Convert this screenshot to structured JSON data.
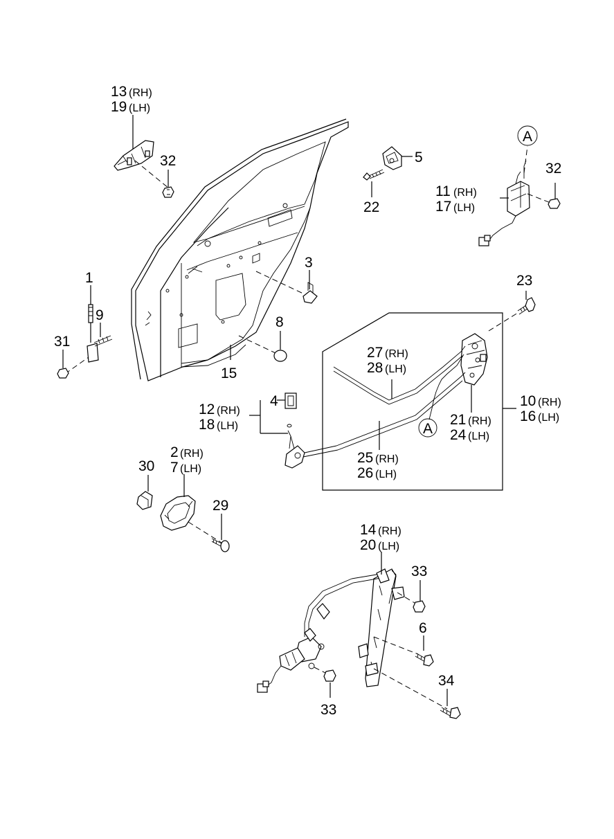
{
  "callouts": {
    "p13": {
      "num": "13",
      "side": "(RH)"
    },
    "p19": {
      "num": "19",
      "side": "(LH)"
    },
    "p32a": {
      "num": "32"
    },
    "p5": {
      "num": "5"
    },
    "p22": {
      "num": "22"
    },
    "refA1": {
      "text": "A"
    },
    "p32b": {
      "num": "32"
    },
    "p11": {
      "num": "11",
      "side": "(RH)"
    },
    "p17": {
      "num": "17",
      "side": "(LH)"
    },
    "p3": {
      "num": "3"
    },
    "p1": {
      "num": "1"
    },
    "p9": {
      "num": "9"
    },
    "p31": {
      "num": "31"
    },
    "p8": {
      "num": "8"
    },
    "p15": {
      "num": "15"
    },
    "p23": {
      "num": "23"
    },
    "p27": {
      "num": "27",
      "side": "(RH)"
    },
    "p28": {
      "num": "28",
      "side": "(LH)"
    },
    "p10": {
      "num": "10",
      "side": "(RH)"
    },
    "p16": {
      "num": "16",
      "side": "(LH)"
    },
    "p4": {
      "num": "4"
    },
    "p12": {
      "num": "12",
      "side": "(RH)"
    },
    "p18": {
      "num": "18",
      "side": "(LH)"
    },
    "p21": {
      "num": "21",
      "side": "(RH)"
    },
    "p24": {
      "num": "24",
      "side": "(LH)"
    },
    "refA2": {
      "text": "A"
    },
    "p25": {
      "num": "25",
      "side": "(RH)"
    },
    "p26": {
      "num": "26",
      "side": "(LH)"
    },
    "p2": {
      "num": "2",
      "side": "(RH)"
    },
    "p7": {
      "num": "7",
      "side": "(LH)"
    },
    "p30": {
      "num": "30"
    },
    "p29": {
      "num": "29"
    },
    "p14": {
      "num": "14",
      "side": "(RH)"
    },
    "p20": {
      "num": "20",
      "side": "(LH)"
    },
    "p33a": {
      "num": "33"
    },
    "p6": {
      "num": "6"
    },
    "p34": {
      "num": "34"
    },
    "p33b": {
      "num": "33"
    }
  }
}
